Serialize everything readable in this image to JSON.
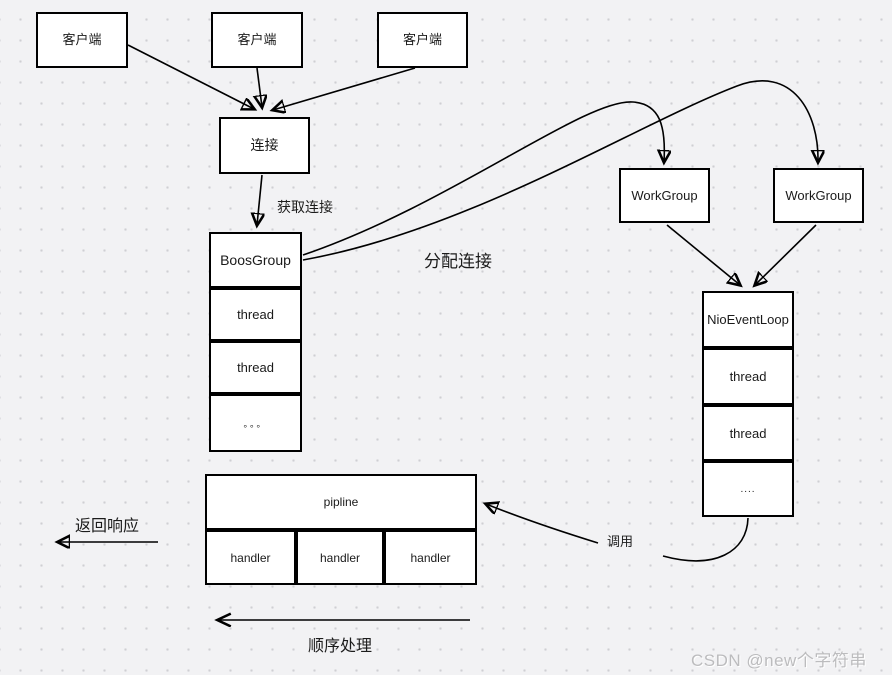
{
  "diagram": {
    "clients": [
      {
        "label": "客户端"
      },
      {
        "label": "客户端"
      },
      {
        "label": "客户端"
      }
    ],
    "connection": {
      "label": "连接"
    },
    "boos_group": {
      "title": "BoosGroup",
      "cells": [
        "thread",
        "thread",
        "。。。"
      ]
    },
    "work_groups": [
      {
        "label": "WorkGroup"
      },
      {
        "label": "WorkGroup"
      }
    ],
    "nio_event_loop": {
      "title": "NioEventLoop",
      "cells": [
        "thread",
        "thread",
        "...."
      ]
    },
    "pipeline": {
      "title": "pipline",
      "handlers": [
        "handler",
        "handler",
        "handler"
      ]
    },
    "edge_labels": {
      "get_connection": "获取连接",
      "assign_connection": "分配连接",
      "invoke": "调用",
      "return_response": "返回响应",
      "sequential_processing": "顺序处理"
    },
    "watermark": "CSDN @new个字符串"
  },
  "colors": {
    "background": "#f2f2f4",
    "grid_dot": "#cfcfd3",
    "box_fill": "#ffffff",
    "box_border": "#000000",
    "line": "#000000",
    "watermark": "#bcbcbe"
  }
}
